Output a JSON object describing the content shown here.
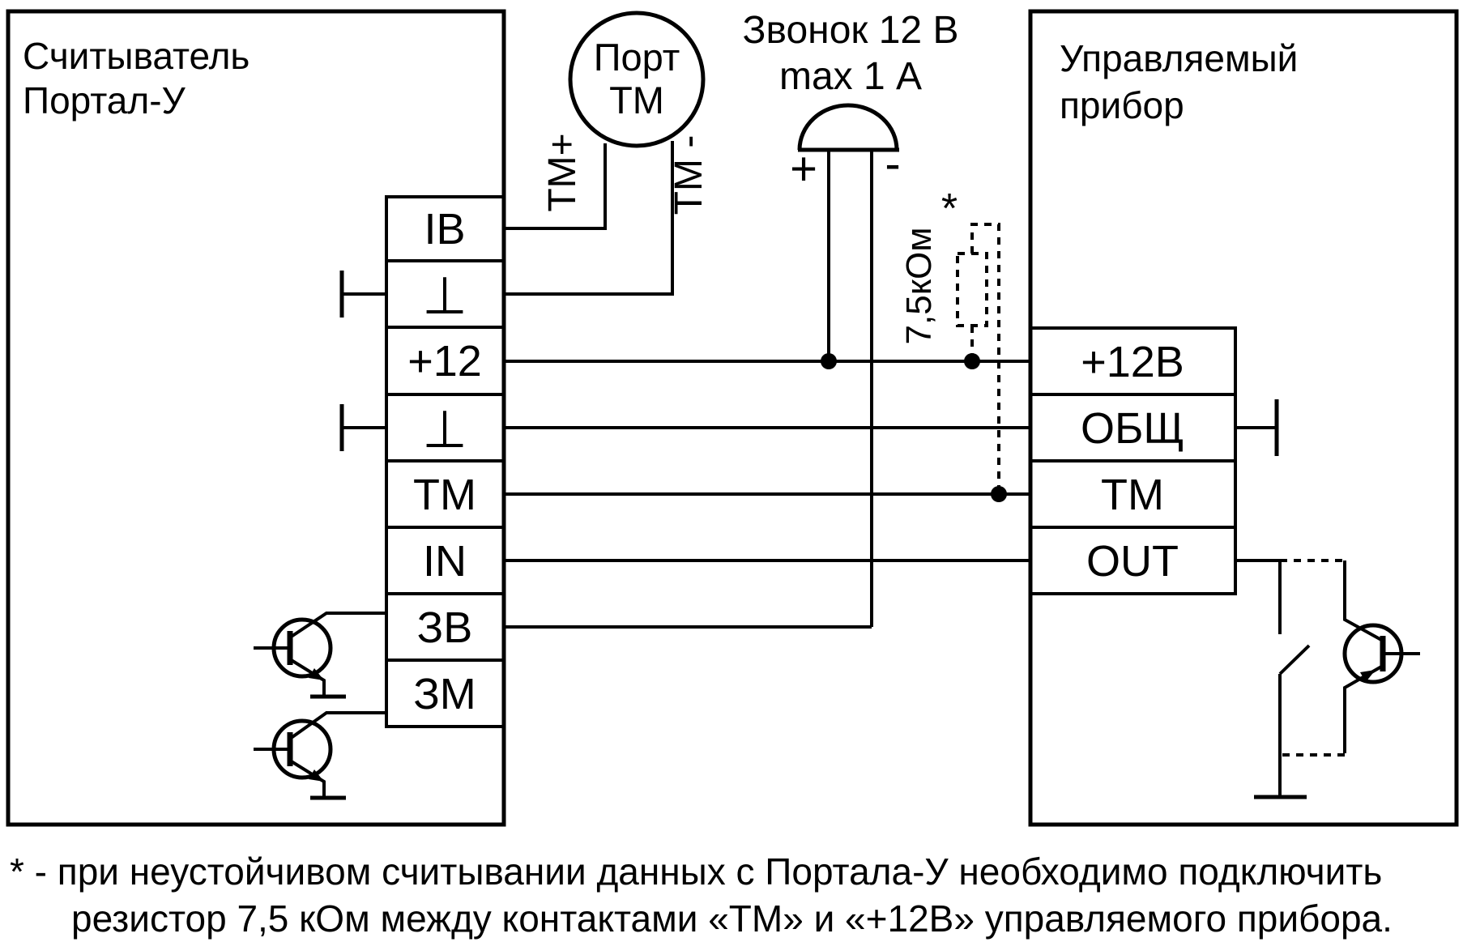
{
  "colors": {
    "line": "#000000",
    "background": "#ffffff"
  },
  "reader": {
    "title_line1": "Считыватель",
    "title_line2": "Портал-У",
    "terminals": [
      "IB",
      "⊥",
      "+12",
      "⊥",
      "ТМ",
      "IN",
      "ЗВ",
      "ЗМ"
    ]
  },
  "device": {
    "title_line1": "Управляемый",
    "title_line2": "прибор",
    "terminals": [
      "+12В",
      "ОБЩ",
      "ТМ",
      "OUT"
    ]
  },
  "port_tm": {
    "label_line1": "Порт",
    "label_line2": "ТМ",
    "wire_plus_label": "ТМ+",
    "wire_minus_label": "ТМ -"
  },
  "bell": {
    "title_line1": "Звонок 12 В",
    "title_line2": "max 1 А",
    "plus": "+",
    "minus": "-"
  },
  "resistor": {
    "value": "7,5кОм",
    "marker": "*"
  },
  "note": {
    "line1": "* - при неустойчивом считывании данных с Портала-У необходимо подключить",
    "line2": "резистор 7,5 кОм между контактами «ТМ» и «+12В» управляемого прибора."
  }
}
